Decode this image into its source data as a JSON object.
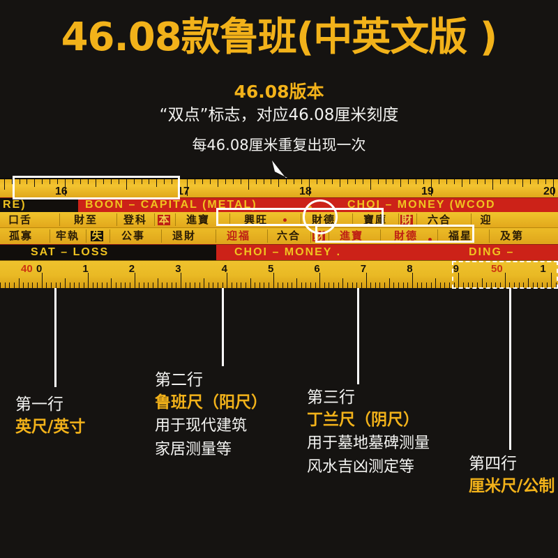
{
  "header": {
    "title": "46.08款鲁班(中英文版 )",
    "version": "46.08版本",
    "sub1": "“双点”标志，对应46.08厘米刻度",
    "sub2": "每46.08厘米重复出现一次"
  },
  "colors": {
    "background": "#151311",
    "accent_gold": "#F2B21A",
    "ruler_yellow": "#EFC22D",
    "ruler_red": "#CC2218",
    "ruler_black": "#120F0C",
    "text_white": "#F4F4F2"
  },
  "ruler": {
    "inch_scale": {
      "label": "英尺/英寸",
      "numbers": [
        "16",
        "17",
        "18",
        "19",
        "20"
      ]
    },
    "english_top": [
      {
        "text": "RE)",
        "style": "black"
      },
      {
        "text": "BOON – CAPITAL (METAL)",
        "style": "red"
      },
      {
        "text": "CHOI – MONEY (WCOD",
        "style": "red"
      }
    ],
    "row2_cells": [
      {
        "chars": [
          "口",
          "舌"
        ],
        "styles": [
          "dark",
          "dark"
        ]
      },
      {
        "chars": [
          "財",
          "至"
        ],
        "styles": [
          "dark",
          "dark"
        ]
      },
      {
        "chars": [
          "登",
          "科"
        ],
        "styles": [
          "dark",
          "dark"
        ]
      },
      {
        "chars": [
          "本"
        ],
        "styles": [
          "inv-red"
        ]
      },
      {
        "chars": [
          "進",
          "寶"
        ],
        "styles": [
          "dark",
          "dark"
        ]
      },
      {
        "chars": [
          "興",
          "旺"
        ],
        "styles": [
          "dark",
          "dark"
        ]
      },
      {
        "chars": [
          "財",
          "德"
        ],
        "styles": [
          "dark",
          "dark"
        ]
      },
      {
        "chars": [
          "寶",
          "庫"
        ],
        "styles": [
          "dark",
          "dark"
        ]
      },
      {
        "chars": [
          "財"
        ],
        "styles": [
          "inv-red"
        ]
      },
      {
        "chars": [
          "六",
          "合"
        ],
        "styles": [
          "dark",
          "dark"
        ]
      },
      {
        "chars": [
          "迎"
        ],
        "styles": [
          "dark"
        ]
      }
    ],
    "row3_cells": [
      {
        "chars": [
          "孤",
          "寡"
        ],
        "styles": [
          "dark",
          "dark"
        ]
      },
      {
        "chars": [
          "牢",
          "執"
        ],
        "styles": [
          "dark",
          "dark"
        ]
      },
      {
        "chars": [
          "失"
        ],
        "styles": [
          "inv-dark"
        ]
      },
      {
        "chars": [
          "公",
          "事"
        ],
        "styles": [
          "dark",
          "dark"
        ]
      },
      {
        "chars": [
          "退",
          "財"
        ],
        "styles": [
          "dark",
          "dark"
        ]
      },
      {
        "chars": [
          "迎",
          "福"
        ],
        "styles": [
          "red",
          "red"
        ]
      },
      {
        "chars": [
          "六",
          "合"
        ],
        "styles": [
          "dark",
          "dark"
        ]
      },
      {
        "chars": [
          "財"
        ],
        "styles": [
          "inv-red"
        ]
      },
      {
        "chars": [
          "進",
          "寶"
        ],
        "styles": [
          "red",
          "red"
        ]
      },
      {
        "chars": [
          "財",
          "德"
        ],
        "styles": [
          "red",
          "red"
        ]
      },
      {
        "chars": [
          "福",
          "星"
        ],
        "styles": [
          "dark",
          "dark"
        ]
      },
      {
        "chars": [
          "及",
          "第"
        ],
        "styles": [
          "dark",
          "dark"
        ]
      }
    ],
    "english_bottom": [
      {
        "text": "SAT – LOSS",
        "style": "black"
      },
      {
        "text": "CHOI – MONEY .",
        "style": "red"
      },
      {
        "text": "DING –",
        "style": "red"
      }
    ],
    "cm_scale": {
      "label": "厘米尺/公制",
      "numbers": [
        "40",
        "0",
        "1",
        "2",
        "3",
        "4",
        "5",
        "6",
        "7",
        "8",
        "9",
        "50",
        "1"
      ],
      "red_numbers": [
        "40",
        "50"
      ]
    }
  },
  "annotations": [
    {
      "row": "第一行",
      "name": "英尺/英寸",
      "desc": []
    },
    {
      "row": "第二行",
      "name": "鲁班尺（阳尺）",
      "desc": [
        "用于现代建筑",
        "家居测量等"
      ]
    },
    {
      "row": "第三行",
      "name": "丁兰尺（阴尺）",
      "desc": [
        "用于墓地墓碑测量",
        "风水吉凶测定等"
      ]
    },
    {
      "row": "第四行",
      "name": "厘米尺/公制",
      "desc": []
    }
  ]
}
